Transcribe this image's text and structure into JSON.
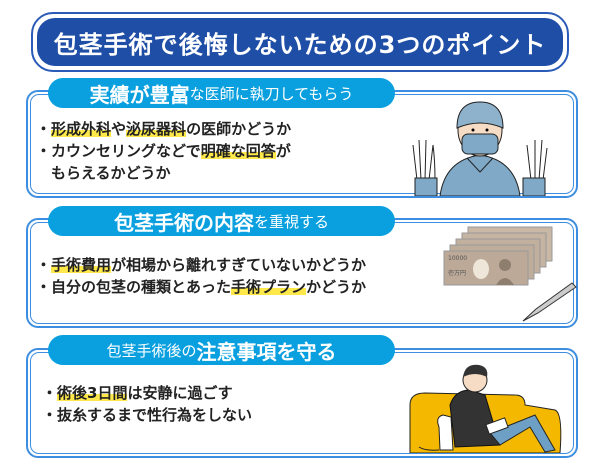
{
  "title": "包茎手術で後悔しないための3つのポイント",
  "sections": [
    {
      "label": [
        {
          "text": "実績が豊富",
          "big": true
        },
        {
          "text": "な医師に執刀してもらう",
          "big": false
        }
      ],
      "lines": [
        [
          {
            "text": "・"
          },
          {
            "text": "形成外科",
            "hl": true
          },
          {
            "text": "や"
          },
          {
            "text": "泌尿器科",
            "hl": true
          },
          {
            "text": "の医師かどうか"
          }
        ],
        [
          {
            "text": "・カウンセリングなどで"
          },
          {
            "text": "明確な回答",
            "hl": true
          },
          {
            "text": "が"
          }
        ],
        [
          {
            "text": "　もらえるかどうか"
          }
        ]
      ]
    },
    {
      "label": [
        {
          "text": "包茎手術の内容",
          "big": true
        },
        {
          "text": "を重視する",
          "big": false
        }
      ],
      "lines": [
        [
          {
            "text": "・"
          },
          {
            "text": "手術費用",
            "hl": true
          },
          {
            "text": "が相場から離れすぎていないかどうか"
          }
        ],
        [
          {
            "text": "・自分の包茎の種類とあった"
          },
          {
            "text": "手術プラン",
            "hl": true
          },
          {
            "text": "かどうか"
          }
        ]
      ]
    },
    {
      "label": [
        {
          "text": "包茎手術後の",
          "big": false
        },
        {
          "text": "注意事項を守る",
          "big": true
        }
      ],
      "lines": [
        [
          {
            "text": "・"
          },
          {
            "text": "術後3日間",
            "hl": true
          },
          {
            "text": "は安静に過ごす"
          }
        ],
        [
          {
            "text": "・抜糸するまで性行為をしない"
          }
        ]
      ]
    }
  ],
  "banknote": {
    "value": "10000",
    "text": "壱万円"
  },
  "colors": {
    "title_bg": "#1f4ea6",
    "label_bg": "#0aa0df",
    "border": "#3d8ee0",
    "highlight": "#ffe94a"
  }
}
